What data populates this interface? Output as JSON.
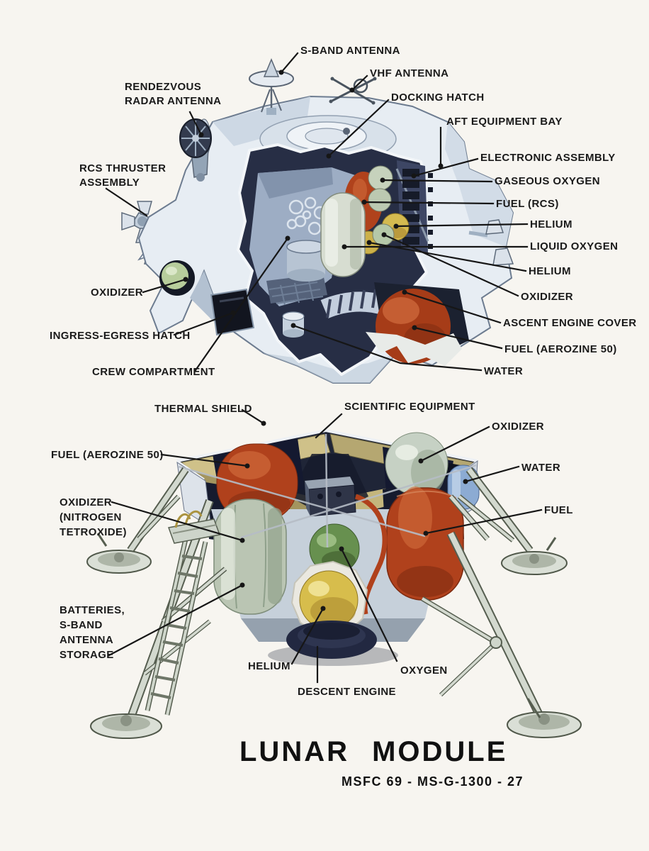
{
  "figure": {
    "title": "LUNAR MODULE",
    "reference": "MSFC 69 - MS-G-1300 - 27"
  },
  "colors": {
    "background": "#f7f5f0",
    "ink": "#1a1a1a",
    "hull_silver": "#e7edf3",
    "interior_dark": "#272e45",
    "crew_blue_grey": "#9dadc4",
    "wall_tan": "#cfc189",
    "tank_red_orange": "#b0411c",
    "tank_yellow": "#d7bd4c",
    "tank_green": "#67904f",
    "tank_grey_green": "#bac5b3",
    "tank_pale_green": "#c6d2bc",
    "water_blue": "#8cabd3",
    "leg_metal": "#d3d9cf"
  },
  "labels": {
    "sband": "S-BAND ANTENNA",
    "vhf": "VHF ANTENNA",
    "docking_hatch": "DOCKING HATCH",
    "rendezvous_radar": "RENDEZVOUS\nRADAR ANTENNA",
    "rcs_thruster": "RCS THRUSTER\nASSEMBLY",
    "aft_equipment_bay": "AFT EQUIPMENT BAY",
    "electronic_assembly": "ELECTRONIC ASSEMBLY",
    "gaseous_oxygen": "GASEOUS OXYGEN",
    "fuel_rcs": "FUEL (RCS)",
    "helium_upper": "HELIUM",
    "liquid_oxygen": "LIQUID OXYGEN",
    "helium_lower": "HELIUM",
    "oxidizer_ascent_right": "OXIDIZER",
    "ascent_engine_cover": "ASCENT ENGINE COVER",
    "fuel_aerozine_ascent": "FUEL (AEROZINE 50)",
    "water_ascent": "WATER",
    "oxidizer_ascent_left": "OXIDIZER",
    "ingress_egress_hatch": "INGRESS-EGRESS HATCH",
    "crew_compartment": "CREW COMPARTMENT",
    "thermal_shield": "THERMAL SHIELD",
    "scientific_equipment": "SCIENTIFIC EQUIPMENT",
    "oxidizer_descent": "OXIDIZER",
    "fuel_aerozine_descent": "FUEL (AEROZINE 50)",
    "water_descent": "WATER",
    "oxidizer_nitrogen_tetroxide": "OXIDIZER\n(NITROGEN\nTETROXIDE)",
    "fuel_descent": "FUEL",
    "batteries_sband_storage": "BATTERIES,\nS-BAND\nANTENNA\nSTORAGE",
    "helium_descent": "HELIUM",
    "oxygen_descent": "OXYGEN",
    "descent_engine": "DESCENT ENGINE"
  }
}
